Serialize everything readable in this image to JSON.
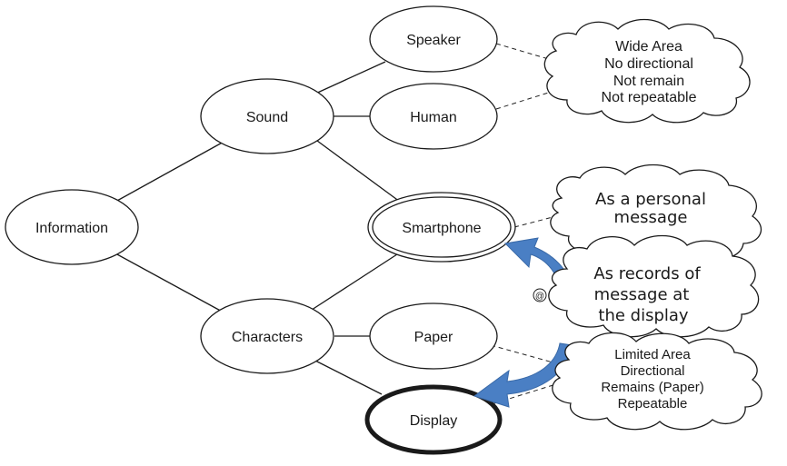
{
  "nodes": {
    "information": "Information",
    "sound": "Sound",
    "characters": "Characters",
    "speaker": "Speaker",
    "human": "Human",
    "smartphone": "Smartphone",
    "paper": "Paper",
    "display": "Display"
  },
  "clouds": {
    "sound_props": [
      "Wide Area",
      "No directional",
      "Not remain",
      "Not repeatable"
    ],
    "personal": [
      "As a personal",
      "message"
    ],
    "records": [
      "As records of",
      "message at",
      "the display"
    ],
    "display_props": [
      "Limited Area",
      "Directional",
      "Remains (Paper)",
      "Repeatable"
    ]
  },
  "marker_symbol": "@",
  "colors": {
    "arrow_fill": "#4a7fc4",
    "arrow_edge": "#3a6aa8",
    "line": "#1a1a1a"
  }
}
